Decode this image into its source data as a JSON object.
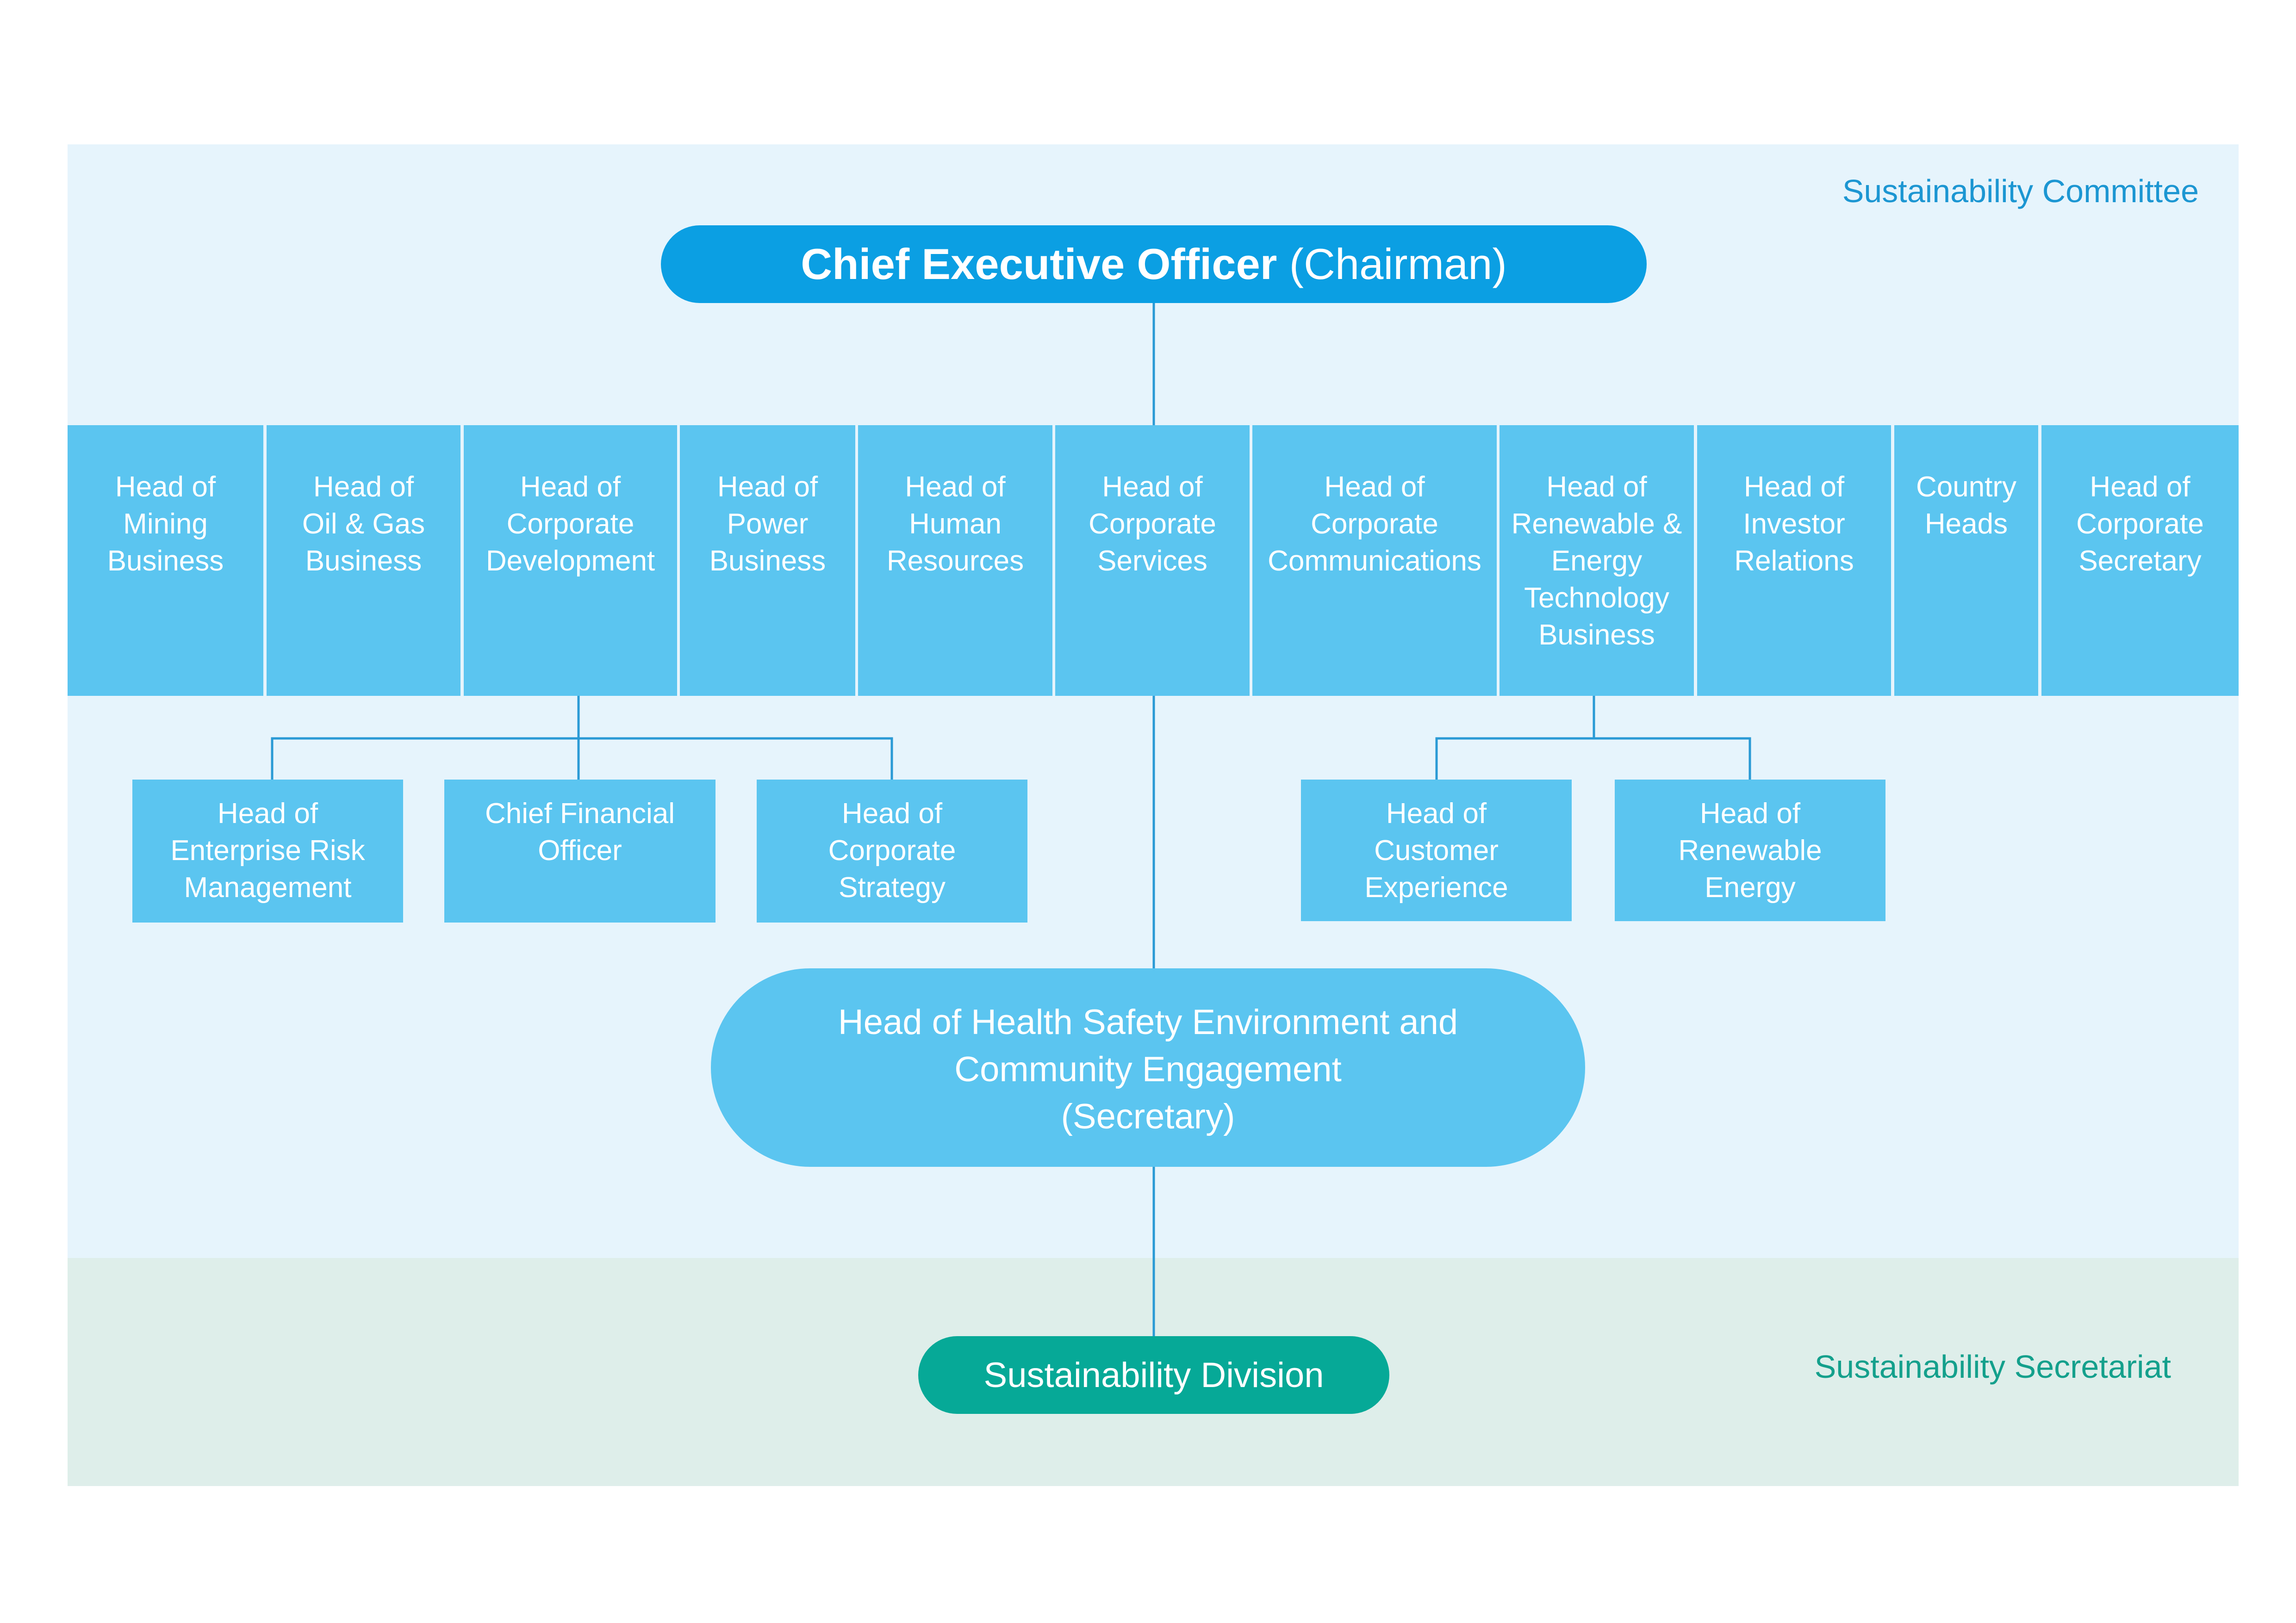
{
  "committee_label": "Sustainability Committee",
  "secretariat_label": "Sustainability Secretariat",
  "ceo": {
    "title": "Chief Executive Officer",
    "role": "(Chairman)"
  },
  "heads": [
    {
      "label": "Head of\nMining\nBusiness"
    },
    {
      "label": "Head of\nOil & Gas\nBusiness"
    },
    {
      "label": "Head of\nCorporate\nDevelopment"
    },
    {
      "label": "Head of\nPower\nBusiness"
    },
    {
      "label": "Head of\nHuman\nResources"
    },
    {
      "label": "Head of\nCorporate\nServices"
    },
    {
      "label": "Head of\nCorporate\nCommunications"
    },
    {
      "label": "Head of\nRenewable &\nEnergy\nTechnology\nBusiness"
    },
    {
      "label": "Head of\nInvestor\nRelations"
    },
    {
      "label": "Country\nHeads"
    },
    {
      "label": "Head of\nCorporate\nSecretary"
    }
  ],
  "corporate_development_reports": [
    {
      "label": "Head of\nEnterprise Risk\nManagement"
    },
    {
      "label": "Chief Financial\nOfficer"
    },
    {
      "label": "Head of\nCorporate\nStrategy"
    }
  ],
  "renewable_reports": [
    {
      "label": "Head of\nCustomer\nExperience"
    },
    {
      "label": "Head of\nRenewable\nEnergy"
    }
  ],
  "secretary": {
    "label": "Head of Health Safety Environment and\nCommunity Engagement\n(Secretary)"
  },
  "division": {
    "label": "Sustainability Division"
  },
  "colors": {
    "committee-bg": "#e6f4fc",
    "secretariat-bg": "#deeeea",
    "ceo": "#0b9fe3",
    "box": "#5bc5f0",
    "line": "#2a9ad5",
    "committee-text": "#1c96d2",
    "division": "#06a997",
    "secretariat-text": "#14a08c"
  }
}
